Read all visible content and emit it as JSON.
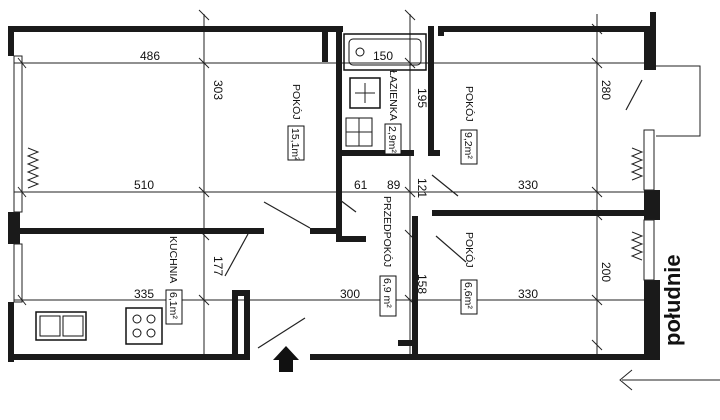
{
  "dimensions": {
    "d486": "486",
    "d150": "150",
    "d303": "303",
    "d195": "195",
    "d280": "280",
    "d510": "510",
    "d61": "61",
    "d89": "89",
    "d121": "121",
    "d330_top": "330",
    "d177": "177",
    "d158": "158",
    "d200": "200",
    "d335": "335",
    "d300": "300",
    "d330_bottom": "330"
  },
  "rooms": {
    "pokoj_large": {
      "label": "POKÓJ",
      "area": "15,1m²"
    },
    "lazienka": {
      "label": "ŁAZIENKA",
      "area": "2,9m²"
    },
    "pokoj_top_right": {
      "label": "POKÓJ",
      "area": "9,2m²"
    },
    "przedpokoj": {
      "label": "PRZEDPOKÓJ",
      "area": "6,9 m²"
    },
    "pokoj_bottom_right": {
      "label": "POKÓJ",
      "area": "6,6m²"
    },
    "kuchnia": {
      "label": "KUCHNIA",
      "area": "6,1m²"
    }
  },
  "compass": {
    "label": "południe"
  }
}
